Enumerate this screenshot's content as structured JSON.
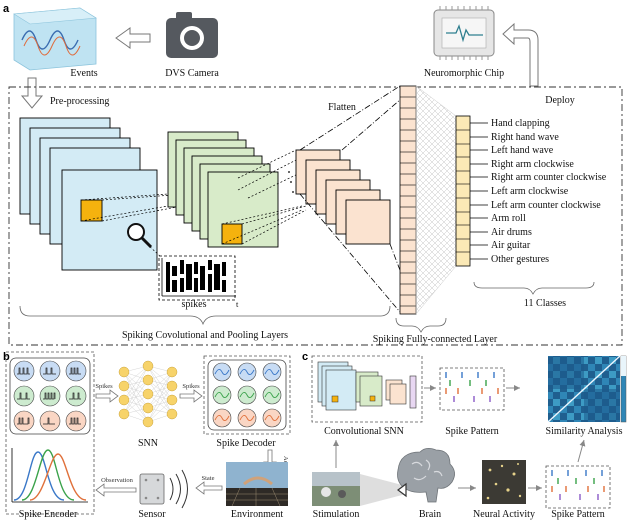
{
  "panel_a": {
    "panel_label": "a",
    "events_label": "Events",
    "camera_label": "DVS Camera",
    "chip_label": "Neuromorphic Chip",
    "preprocessing_label": "Pre-processing",
    "deploy_label": "Deploy",
    "flatten_label": "Flatten",
    "spikes_label": "spikes",
    "t_axis_label": "t",
    "classes": [
      "Hand clapping",
      "Right hand wave",
      "Left hand wave",
      "Right arm clockwise",
      "Right arm counter clockwise",
      "Left arm clockwise",
      "Left arm counter clockwise",
      "Arm roll",
      "Air drums",
      "Air guitar",
      "Other gestures"
    ],
    "classes_count_label": "11 Classes",
    "conv_layers_label": "Spiking Covolutional and Pooling Layers",
    "fc_layer_label": "Spiking Fully-connected Layer"
  },
  "panel_b": {
    "panel_label": "b",
    "spikes_label_1": "Spikes",
    "spikes_label_2": "Spikes",
    "snn_label": "SNN",
    "decoder_label": "Spike Decoder",
    "actions_label": "Actions",
    "encoder_label": "Spike Encoder",
    "sensor_label": "Sensor",
    "environment_label": "Environment",
    "observation_label": "Observation",
    "state_label": "State",
    "colors": {
      "blue": "#6f9fd8",
      "green": "#6cbf74",
      "orange": "#ef8b5a"
    }
  },
  "panel_c": {
    "panel_label": "c",
    "conv_snn_label": "Convolutional SNN",
    "spike_pattern_label_1": "Spike Pattern",
    "similarity_label": "Similarity Analysis",
    "stimulation_label": "Stimulation",
    "brain_label": "Brain",
    "neural_activity_label": "Neural Activity",
    "spike_pattern_label_2": "Spike Pattern"
  }
}
